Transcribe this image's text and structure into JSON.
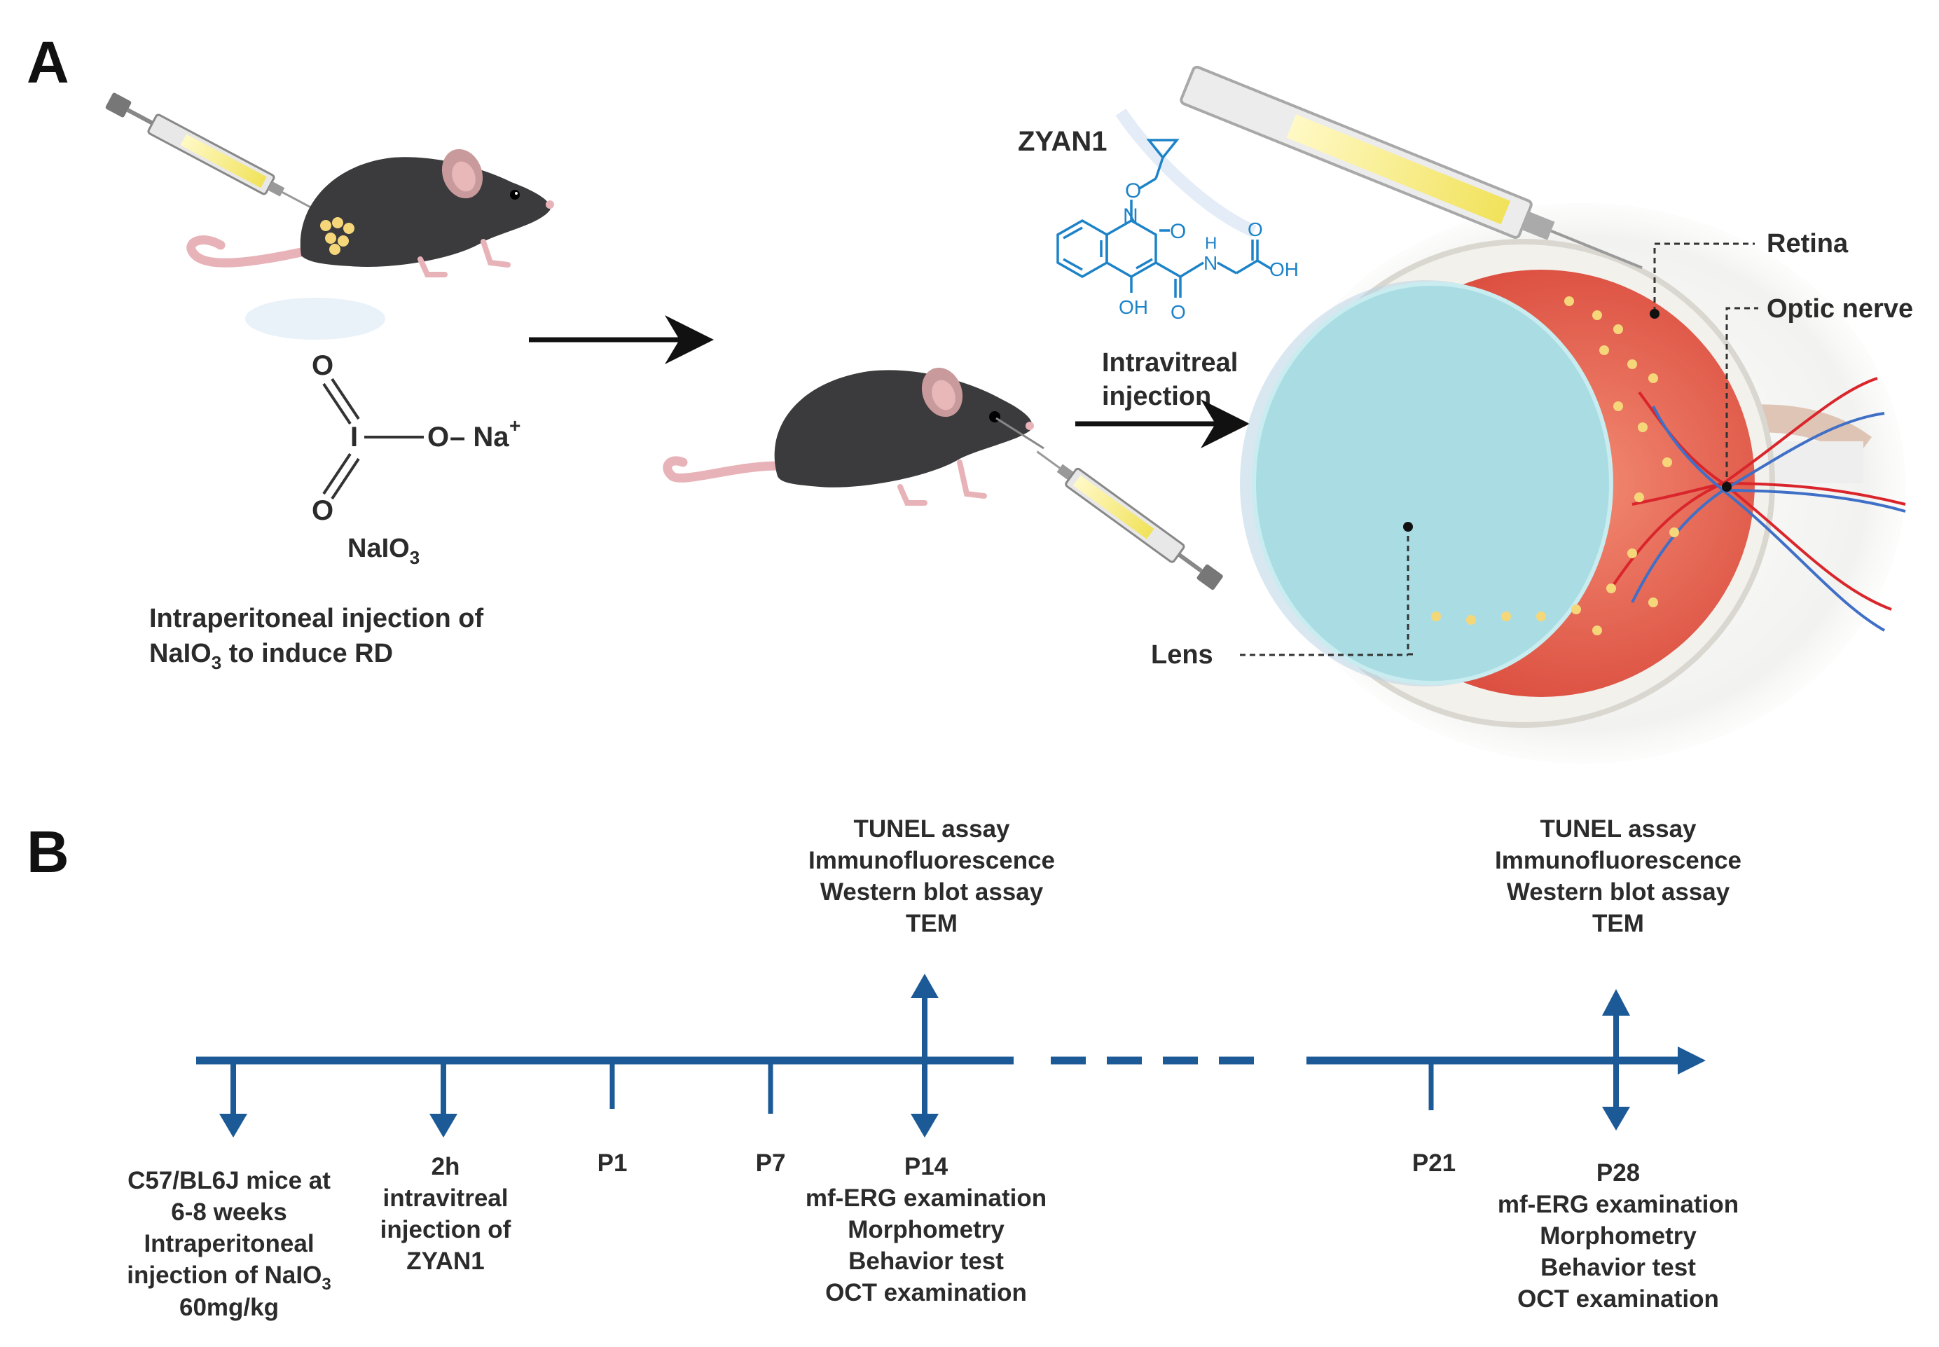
{
  "panels": {
    "a": {
      "letter": "A"
    },
    "b": {
      "letter": "B"
    }
  },
  "panel_a": {
    "nai_formula": {
      "base": "NaIO",
      "sub": "3"
    },
    "nai_structure": {
      "o_top": "O",
      "i": "I",
      "o_right": "O",
      "na": "– Na",
      "plus": "+",
      "o_bottom": "O"
    },
    "ip_caption": {
      "line1": "Intraperitoneal injection of",
      "line2_pre": "NaIO",
      "line2_sub": "3",
      "line2_post": " to induce RD"
    },
    "drug_name": "ZYAN1",
    "zyan1_atoms": {
      "n1": "N",
      "o1": "O",
      "o2": "O",
      "oh1": "OH",
      "o3": "O",
      "nh": "N",
      "h": "H",
      "o4": "O",
      "oh2": "OH"
    },
    "injection_label": {
      "line1": "Intravitreal",
      "line2": "injection"
    },
    "eye_labels": {
      "retina": "Retina",
      "optic_nerve": "Optic nerve",
      "lens": "Lens"
    }
  },
  "panel_b": {
    "top_stacks": [
      {
        "lines": [
          "TUNEL assay",
          "Immunofluorescence",
          "Western blot assay",
          "TEM"
        ]
      },
      {
        "lines": [
          "TUNEL assay",
          "Immunofluorescence",
          "Western blot assay",
          "TEM"
        ]
      }
    ],
    "bottom": {
      "start_lines": [
        "C57/BL6J mice at",
        "6-8 weeks",
        "Intraperitoneal"
      ],
      "start_inj": {
        "pre": "injection of NaIO",
        "sub": "3"
      },
      "start_dose": "60mg/kg",
      "zyan1_lines": [
        "2h",
        "intravitreal",
        "injection of",
        "ZYAN1"
      ],
      "p1": "P1",
      "p7": "P7",
      "p14_lines": [
        "P14",
        "mf-ERG examination",
        "Morphometry",
        "Behavior test",
        "OCT examination"
      ],
      "p21": "P21",
      "p28_lines": [
        "P28",
        "mf-ERG examination",
        "Morphometry",
        "Behavior test",
        "OCT examination"
      ]
    },
    "colors": {
      "timeline": "#1b5a96"
    }
  },
  "colors": {
    "chem": "#1d83c8",
    "mouse": "#3b3b3d",
    "tail": "#e8b3b8",
    "retina": "#e0574a",
    "lens": "#a9dde3",
    "dots": "#f5d77a"
  }
}
